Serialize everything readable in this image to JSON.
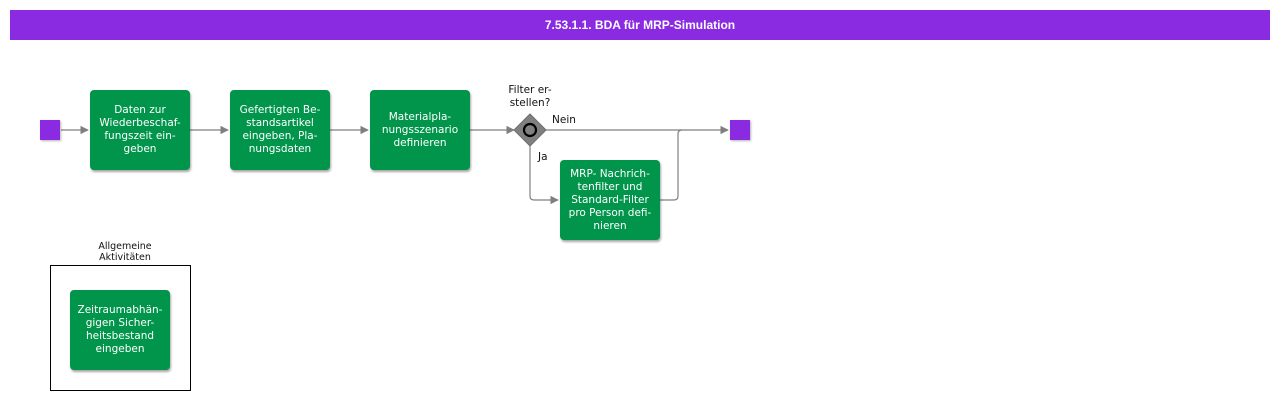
{
  "header": {
    "title": "7.53.1.1. BDA für MRP-Simulation"
  },
  "colors": {
    "header_bg": "#8a2be2",
    "task_fill": "#01954b",
    "event_fill": "#8a2be2",
    "gateway_fill": "#808080",
    "connector": "#7f7f7f"
  },
  "diagram": {
    "tasks": [
      {
        "id": "daten-wiederbeschaffungszeit",
        "label": "Daten zur\nWiederbeschaf-\nfungszeit   ein-\ngeben"
      },
      {
        "id": "gefertigte-bestandsartikel",
        "label": "Gefertigten Be-\nstandsartikel\neingeben, Pla-\nnungsdaten"
      },
      {
        "id": "materialplanungsszenario",
        "label": "Materialpla-\nnungsszenario\ndefinieren"
      },
      {
        "id": "mrp-nachrichtenfilter",
        "label": "MRP- Nachrich-\ntenfilter  und\nStandard-Filter\npro Person  defi-\nnieren"
      }
    ],
    "gateway": {
      "label": "Filter     er-\nstellen?"
    },
    "edge_labels": {
      "nein": "Nein",
      "ja": "Ja"
    },
    "group": {
      "title": "Allgemeine\nAktivitäten",
      "task": {
        "id": "zeitraumabhaengiger-sicherheitsbestand",
        "label": "Zeitraumabhän-\ngigen      Sicher-\nheitsbestand\neingeben"
      }
    }
  }
}
